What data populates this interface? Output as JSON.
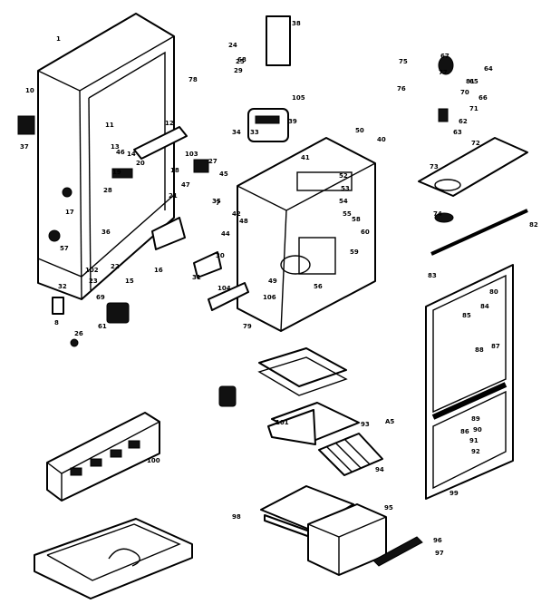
{
  "diagram": {
    "callouts": [
      "1",
      "7",
      "8",
      "10",
      "11",
      "12",
      "13",
      "14",
      "15",
      "16",
      "17",
      "18",
      "19",
      "20",
      "21",
      "22",
      "23",
      "24",
      "25",
      "26",
      "27",
      "28",
      "29",
      "30",
      "31",
      "32",
      "33",
      "34",
      "35",
      "36",
      "37",
      "38",
      "39",
      "40",
      "41",
      "42",
      "44",
      "45",
      "46",
      "47",
      "48",
      "49",
      "50",
      "52",
      "53",
      "54",
      "55",
      "56",
      "57",
      "58",
      "59",
      "60",
      "61",
      "62",
      "63",
      "64",
      "65",
      "66",
      "67",
      "68",
      "69",
      "70",
      "71",
      "72",
      "73",
      "74",
      "75",
      "76",
      "77",
      "78",
      "79",
      "80",
      "81",
      "82",
      "83",
      "84",
      "85",
      "86",
      "87",
      "88",
      "89",
      "90",
      "91",
      "92",
      "93",
      "94",
      "95",
      "96",
      "97",
      "98",
      "99",
      "100",
      "101",
      "102",
      "103",
      "104",
      "105",
      "106"
    ],
    "section_label": "A5"
  }
}
